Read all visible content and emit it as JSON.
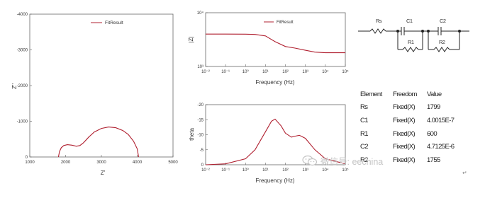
{
  "chart_data": [
    {
      "type": "line",
      "xlabel": "Z'",
      "ylabel": "Z''",
      "xlim": [
        1000,
        5000
      ],
      "ylim": [
        0,
        -4000
      ],
      "xticks": [
        "1000",
        "2000",
        "3000",
        "4000",
        "5000"
      ],
      "yticks": [
        "0",
        "-1000",
        "-2000",
        "-3000",
        "-4000"
      ],
      "legend": "FitResult",
      "legend_position": "top-left",
      "series": [
        {
          "name": "FitResult",
          "x": [
            1800,
            1830,
            1880,
            1950,
            2050,
            2180,
            2300,
            2400,
            2500,
            2650,
            2800,
            3000,
            3200,
            3400,
            3600,
            3750,
            3900,
            4000,
            4040
          ],
          "y": [
            0,
            -150,
            -260,
            -320,
            -345,
            -330,
            -300,
            -320,
            -400,
            -560,
            -700,
            -800,
            -840,
            -820,
            -740,
            -630,
            -440,
            -230,
            0
          ]
        }
      ]
    },
    {
      "type": "line",
      "xlabel": "Frequency (Hz)",
      "ylabel": "|Z|",
      "xscale": "log",
      "yscale": "log",
      "xlim": [
        0.01,
        100000
      ],
      "ylim": [
        1000,
        10000
      ],
      "xticks": [
        "10⁻²",
        "10⁻¹",
        "10⁰",
        "10¹",
        "10²",
        "10³",
        "10⁴",
        "10⁵"
      ],
      "yticks": [
        "10³",
        "10⁴"
      ],
      "legend": "FitResult",
      "legend_position": "top-left",
      "series": [
        {
          "name": "FitResult",
          "x": [
            0.01,
            0.1,
            1,
            3,
            10,
            30,
            100,
            300,
            1000,
            3000,
            10000,
            100000
          ],
          "y": [
            4000,
            4000,
            3990,
            3950,
            3700,
            2900,
            2350,
            2200,
            2000,
            1850,
            1800,
            1800
          ]
        }
      ]
    },
    {
      "type": "line",
      "xlabel": "Frequency (Hz)",
      "ylabel": "theta",
      "xscale": "log",
      "xlim": [
        0.01,
        100000
      ],
      "ylim": [
        0,
        -20
      ],
      "xticks": [
        "10⁻²",
        "10⁻¹",
        "10⁰",
        "10¹",
        "10²",
        "10³",
        "10⁴",
        "10⁵"
      ],
      "yticks": [
        "0",
        "-5",
        "-10",
        "-15",
        "-20"
      ],
      "series": [
        {
          "name": "FitResult",
          "x": [
            0.01,
            0.1,
            1,
            3,
            10,
            20,
            30,
            60,
            100,
            200,
            300,
            500,
            1000,
            3000,
            10000,
            100000
          ],
          "y": [
            0,
            -0.3,
            -2,
            -5,
            -11,
            -14.5,
            -15.2,
            -13,
            -10.5,
            -9.2,
            -9.5,
            -9.8,
            -8.8,
            -5,
            -2,
            -0.3
          ]
        }
      ]
    }
  ],
  "circuit": {
    "labels": [
      "Rs",
      "C1",
      "R1",
      "C2",
      "R2"
    ]
  },
  "table": {
    "headers": [
      "Element",
      "Freedom",
      "Value"
    ],
    "rows": [
      [
        "Rs",
        "Fixed(X)",
        "1799"
      ],
      [
        "C1",
        "Fixed(X)",
        "4.0015E-7"
      ],
      [
        "R1",
        "Fixed(X)",
        "600"
      ],
      [
        "C2",
        "Fixed(X)",
        "4.7125E-6"
      ],
      [
        "R2",
        "Fixed(X)",
        "1755"
      ]
    ]
  },
  "watermark": {
    "text": "微信号: eechina"
  },
  "colors": {
    "curve": "#b02030",
    "axis": "#666666",
    "text": "#333333"
  }
}
